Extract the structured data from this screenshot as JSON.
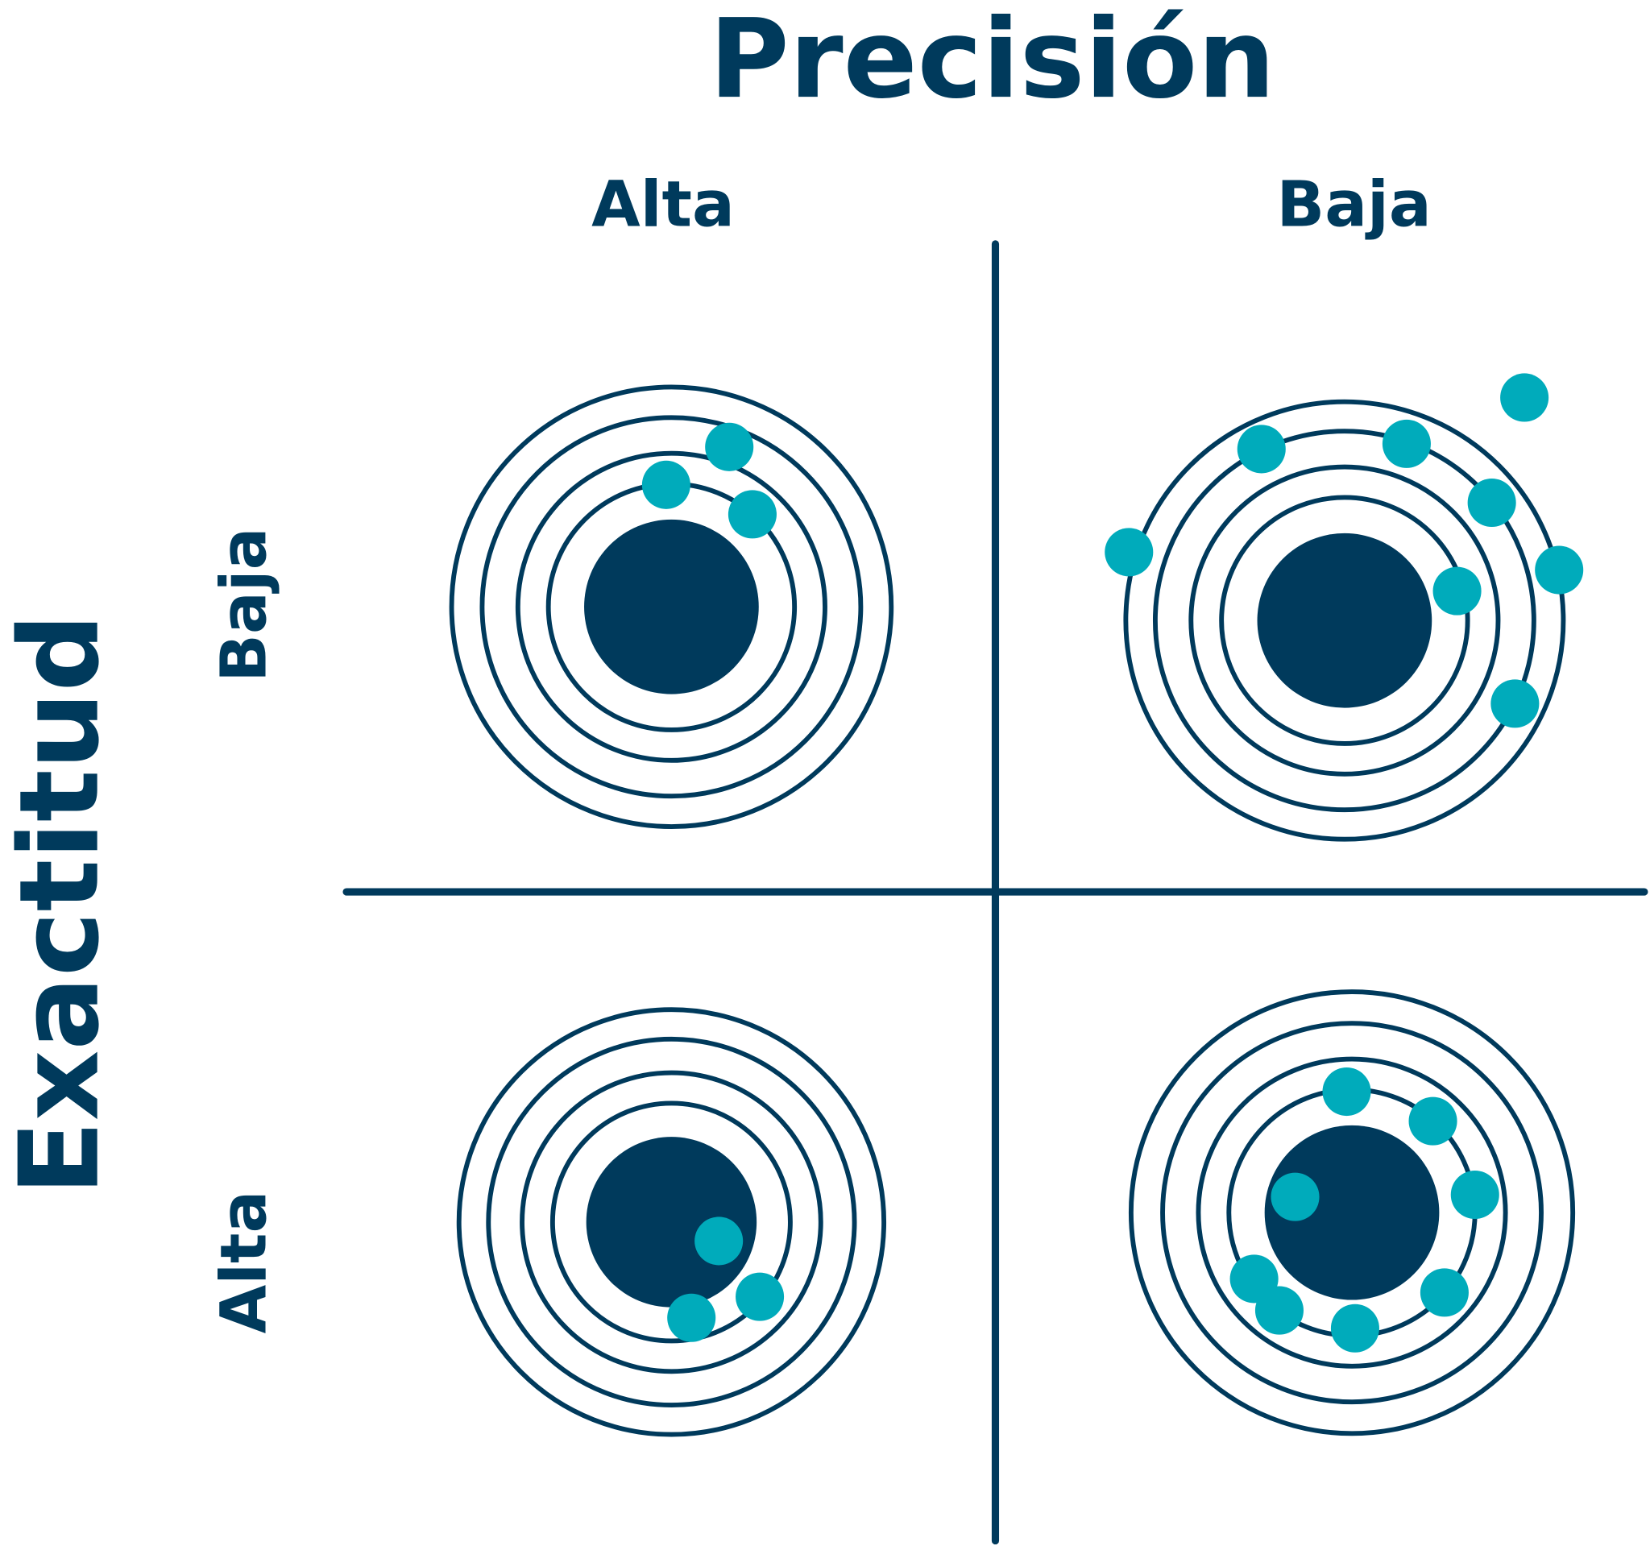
{
  "title": "Precisión",
  "columns": {
    "high": "Alta",
    "low": "Baja"
  },
  "y_axis_title": "Exactitud",
  "rows": {
    "low": "Baja",
    "high": "Alta"
  },
  "quadrants": [
    {
      "id": "high-precision-low-accuracy",
      "precision": "Alta",
      "accuracy": "Baja",
      "hits": 3
    },
    {
      "id": "low-precision-low-accuracy",
      "precision": "Baja",
      "accuracy": "Baja",
      "hits": 8
    },
    {
      "id": "high-precision-high-accuracy",
      "precision": "Alta",
      "accuracy": "Alta",
      "hits": 3
    },
    {
      "id": "low-precision-high-accuracy",
      "precision": "Baja",
      "accuracy": "Alta",
      "hits": 8
    }
  ],
  "colors": {
    "dark": "#003a5c",
    "hit": "#00abbb",
    "background": "#ffffff"
  }
}
